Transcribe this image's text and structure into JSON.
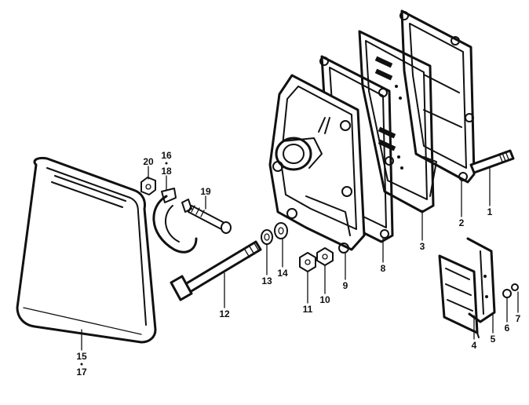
{
  "callouts": {
    "c1": "1",
    "c2": "2",
    "c3": "3",
    "c4": "4",
    "c5": "5",
    "c6": "6",
    "c7": "7",
    "c8": "8",
    "c9": "9",
    "c10": "10",
    "c11": "11",
    "c12": "12",
    "c13": "13",
    "c14": "14",
    "c15": "15",
    "c16": "16",
    "c17": "17",
    "c18": "18",
    "c19": "19",
    "c20": "20"
  },
  "ink_color": "#111111",
  "background_color": "#ffffff"
}
